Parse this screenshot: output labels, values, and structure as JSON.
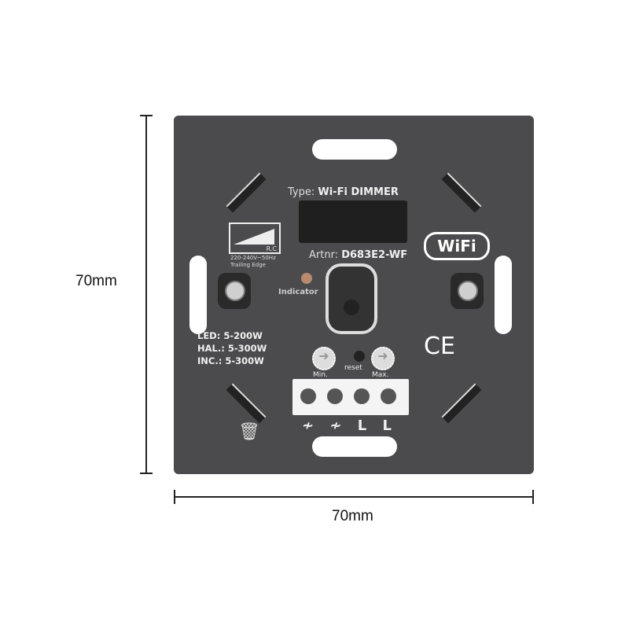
{
  "dimensions": {
    "height_label": "70mm",
    "width_label": "70mm"
  },
  "device": {
    "type_label": "Type:",
    "type_value": "Wi-Fi DIMMER",
    "artnr_label": "Artnr:",
    "artnr_value": "D683E2-WF",
    "rc_label": "R.C",
    "voltage": "220-240V~50Hz",
    "edge": "Trailing Edge",
    "indicator_label": "Indicator",
    "loads": [
      "LED: 5-200W",
      "HAL.: 5-300W",
      "INC.: 5-300W"
    ],
    "min_label": "Min.",
    "reset_label": "reset",
    "max_label": "Max.",
    "wifi_logo": "WiFi",
    "ce_mark": "CE",
    "terminal_labels": [
      "≁",
      "≁",
      "L",
      "L"
    ],
    "plate_color": "#4b4b4d",
    "indicator_color": "#b98a6e"
  }
}
